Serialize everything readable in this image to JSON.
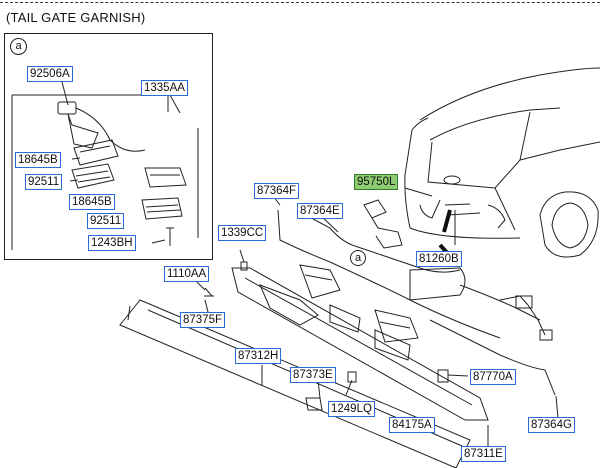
{
  "title": "(TAIL GATE GARNISH)",
  "inset_marker": "a",
  "callout_marker": "a",
  "inset_parts": {
    "p92506A": "92506A",
    "p1335AA": "1335AA",
    "p18645B_1": "18645B",
    "p92511_1": "92511",
    "p18645B_2": "18645B",
    "p92511_2": "92511",
    "p1243BH": "1243BH"
  },
  "parts": {
    "p95750L": "95750L",
    "p87364F": "87364F",
    "p87364E": "87364E",
    "p1339CC": "1339CC",
    "p81260B": "81260B",
    "p1110AA": "1110AA",
    "p87375F": "87375F",
    "p87312H": "87312H",
    "p87373E": "87373E",
    "p87770A": "87770A",
    "p1249LQ": "1249LQ",
    "p87364G": "87364G",
    "p84175A": "84175A",
    "p87311E": "87311E"
  },
  "highlight_color": "#8ecb72",
  "label_border_color": "#2b6bd6"
}
